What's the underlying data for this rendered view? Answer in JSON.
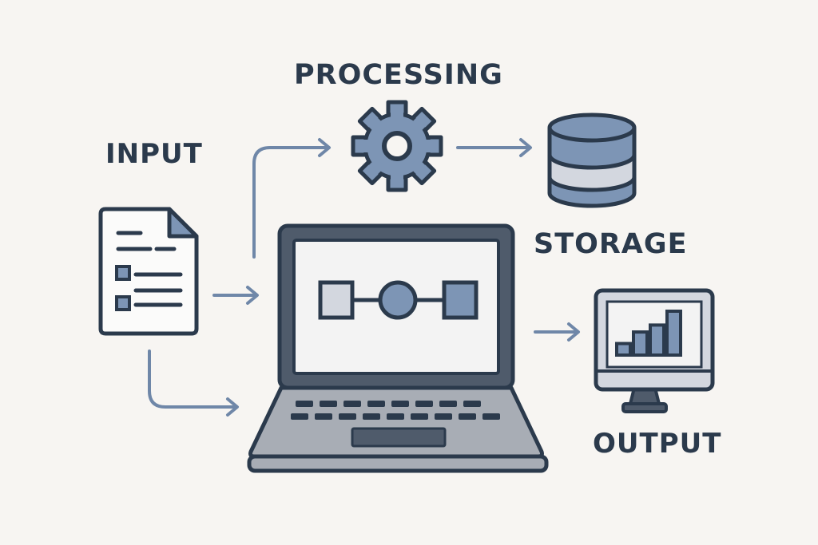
{
  "labels": {
    "input": "INPUT",
    "processing": "PROCESSING",
    "storage": "STORAGE",
    "output": "OUTPUT"
  },
  "icons": {
    "document": "document-icon",
    "gear": "gear-icon",
    "database": "database-icon",
    "laptop": "laptop-icon",
    "monitor": "monitor-chart-icon"
  },
  "colors": {
    "background": "#f7f5f2",
    "outline": "#2b3a4c",
    "accent": "#7d95b5",
    "arrow": "#6f87a8",
    "light": "#d3d7df",
    "screen": "#f3f3f3",
    "laptop_body": "#a8adb5"
  },
  "chart_data": {
    "type": "bar",
    "categories": [
      "",
      "",
      "",
      ""
    ],
    "values": [
      1,
      2,
      2.6,
      3.8
    ],
    "title": "",
    "xlabel": "",
    "ylabel": ""
  }
}
